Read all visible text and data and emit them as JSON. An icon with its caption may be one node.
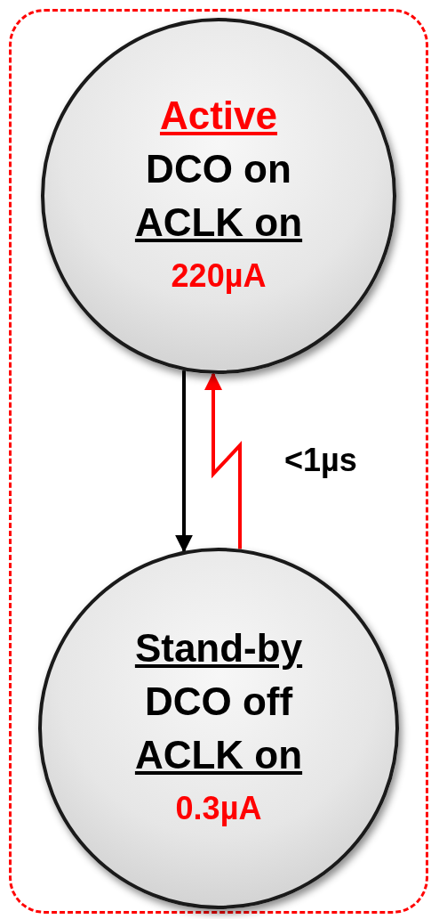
{
  "diagram": {
    "nodes": [
      {
        "text": [],
        "shape": "box"
      },
      {
        "text": [
          "Active",
          "DCO on",
          "ACLK on",
          "220µA"
        ],
        "in": 0
      },
      {
        "text": [
          "Stand-by",
          "DCO off",
          "ACLK on",
          "0.3µA"
        ],
        "in": 0
      }
    ],
    "edges": [
      {
        "from": 1,
        "to": 2,
        "arrow": "to"
      },
      {
        "from": 2,
        "to": 1,
        "arrow": "to",
        "label": "<1µs",
        "color": "#ff0000"
      }
    ]
  }
}
